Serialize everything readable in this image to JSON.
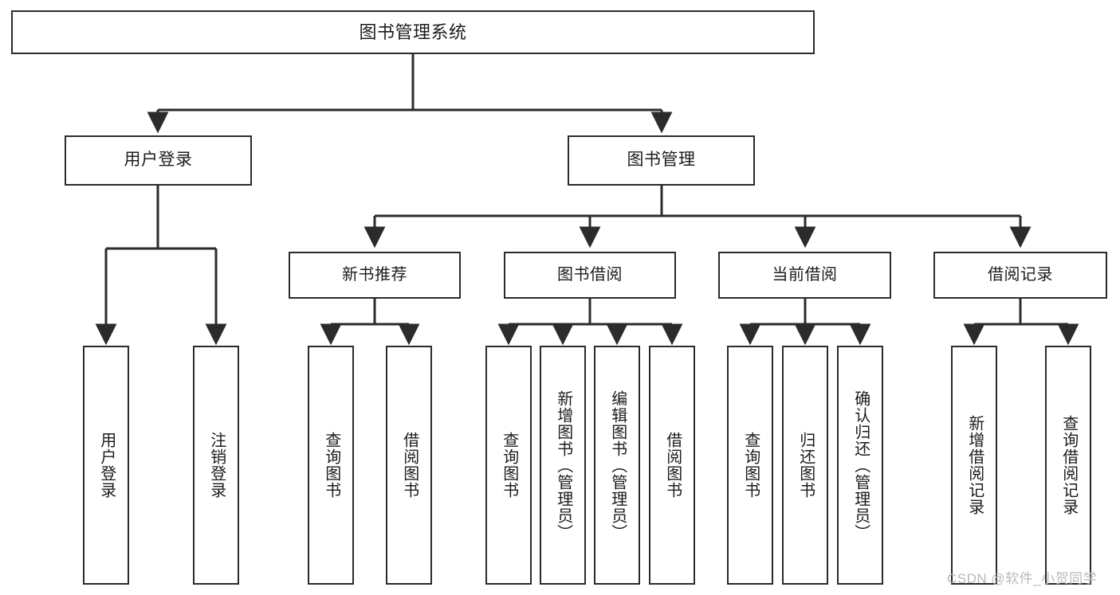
{
  "diagram": {
    "title": "图书管理系统",
    "type": "tree-hierarchy",
    "watermark": "CSDN @软件_小贺同学",
    "colors": {
      "box_border": "#2b2b2b",
      "box_fill": "#ffffff",
      "edge": "#2b2b2b",
      "text": "#1c1c1c",
      "watermark": "#b9b9b9",
      "background": "#ffffff"
    },
    "nodes": {
      "root": {
        "label": "图书管理系统"
      },
      "level1": [
        {
          "id": "user-login",
          "label": "用户登录"
        },
        {
          "id": "book-manage",
          "label": "图书管理"
        }
      ],
      "level2": [
        {
          "id": "new-book-recommend",
          "label": "新书推荐"
        },
        {
          "id": "book-borrow",
          "label": "图书借阅"
        },
        {
          "id": "current-borrow",
          "label": "当前借阅"
        },
        {
          "id": "borrow-record",
          "label": "借阅记录"
        }
      ],
      "leaves": {
        "user-login": [
          {
            "id": "leaf-user-login",
            "label": "用户登录"
          },
          {
            "id": "leaf-logout-login",
            "label": "注销登录"
          }
        ],
        "new-book-recommend": [
          {
            "id": "leaf-query-book-1",
            "label": "查询图书"
          },
          {
            "id": "leaf-borrow-book-1",
            "label": "借阅图书"
          }
        ],
        "book-borrow": [
          {
            "id": "leaf-query-book-2",
            "label": "查询图书"
          },
          {
            "id": "leaf-add-book",
            "label": "新增图书（管理员）"
          },
          {
            "id": "leaf-edit-book",
            "label": "编辑图书（管理员）"
          },
          {
            "id": "leaf-borrow-book-2",
            "label": "借阅图书"
          }
        ],
        "current-borrow": [
          {
            "id": "leaf-query-book-3",
            "label": "查询图书"
          },
          {
            "id": "leaf-return-book",
            "label": "归还图书"
          },
          {
            "id": "leaf-confirm-return",
            "label": "确认归还（管理员）"
          }
        ],
        "borrow-record": [
          {
            "id": "leaf-add-record",
            "label": "新增借阅记录"
          },
          {
            "id": "leaf-query-record",
            "label": "查询借阅记录"
          }
        ]
      }
    }
  }
}
